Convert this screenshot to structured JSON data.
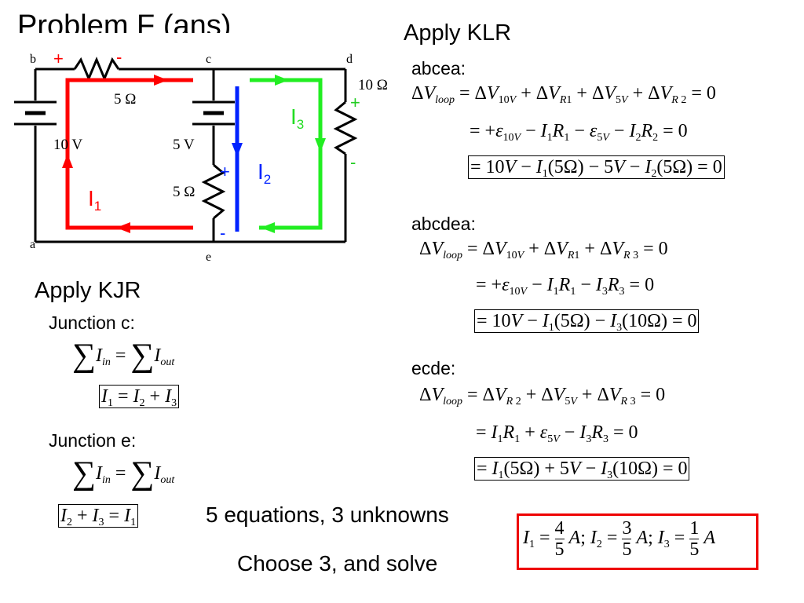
{
  "slide": {
    "title": "Problem F (ans)"
  },
  "circuit": {
    "node_b": "b",
    "node_c": "c",
    "node_d": "d",
    "node_a": "a",
    "node_e": "e",
    "r1_label": "5 Ω",
    "r2_label": "5 Ω",
    "r3_label": "10 Ω",
    "v10_label": "10 V",
    "v5_label": "5 V",
    "r1_plus": "+",
    "r1_minus": "-",
    "r2_plus": "+",
    "r2_minus": "-",
    "r3_plus": "+",
    "r3_minus": "-",
    "i1_main": "I",
    "i1_sub": "1",
    "i2_main": "I",
    "i2_sub": "2",
    "i3_main": "I",
    "i3_sub": "3",
    "colors": {
      "loop1": "#ff0000",
      "loop2": "#0022ff",
      "loop3": "#22ee22"
    }
  },
  "kjr": {
    "heading": "Apply KJR",
    "junction_c_label": "Junction c:",
    "junction_e_label": "Junction e:"
  },
  "klr": {
    "heading": "Apply KLR",
    "loop1_label": "abcea:",
    "loop2_label": "abcdea:",
    "loop3_label": "ecde:"
  },
  "footer": {
    "equations_note": "5 equations, 3 unknowns",
    "solve_note": "Choose 3, and solve"
  },
  "answer_color": "#ee0000"
}
